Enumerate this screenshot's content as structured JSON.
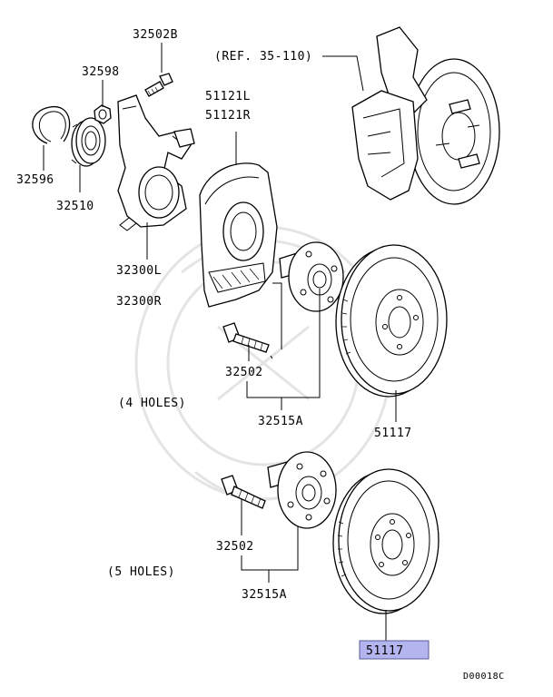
{
  "labels": {
    "p32502b": "32502B",
    "p32598": "32598",
    "p32596": "32596",
    "p32510": "32510",
    "p32300l": "32300L",
    "p32300r": "32300R",
    "p51121l": "51121L",
    "p51121r": "51121R",
    "ref": "(REF. 35-110)",
    "p32502_top": "32502",
    "holes4": "(4  HOLES)",
    "p32515a_top": "32515A",
    "p51117_top": "51117",
    "p32502_bot": "32502",
    "holes5": "(5  HOLES)",
    "p32515a_bot": "32515A",
    "p51117_bot": "51117",
    "code": "D00018C"
  },
  "colors": {
    "highlight_fill": "#b4b4ee",
    "highlight_border": "#5a5a9a",
    "line": "#000000",
    "watermark": "#e4e4e4"
  },
  "highlight": {
    "part": "51117"
  },
  "icons": [
    "snap-ring-icon",
    "wheel-bearing-icon",
    "nut-icon",
    "bolt-icon",
    "steering-knuckle-icon",
    "dust-shield-icon",
    "wheel-hub-icon",
    "hub-stud-icon",
    "brake-disc-icon",
    "brake-caliper-assembly-icon",
    "watermark-crest-icon"
  ]
}
